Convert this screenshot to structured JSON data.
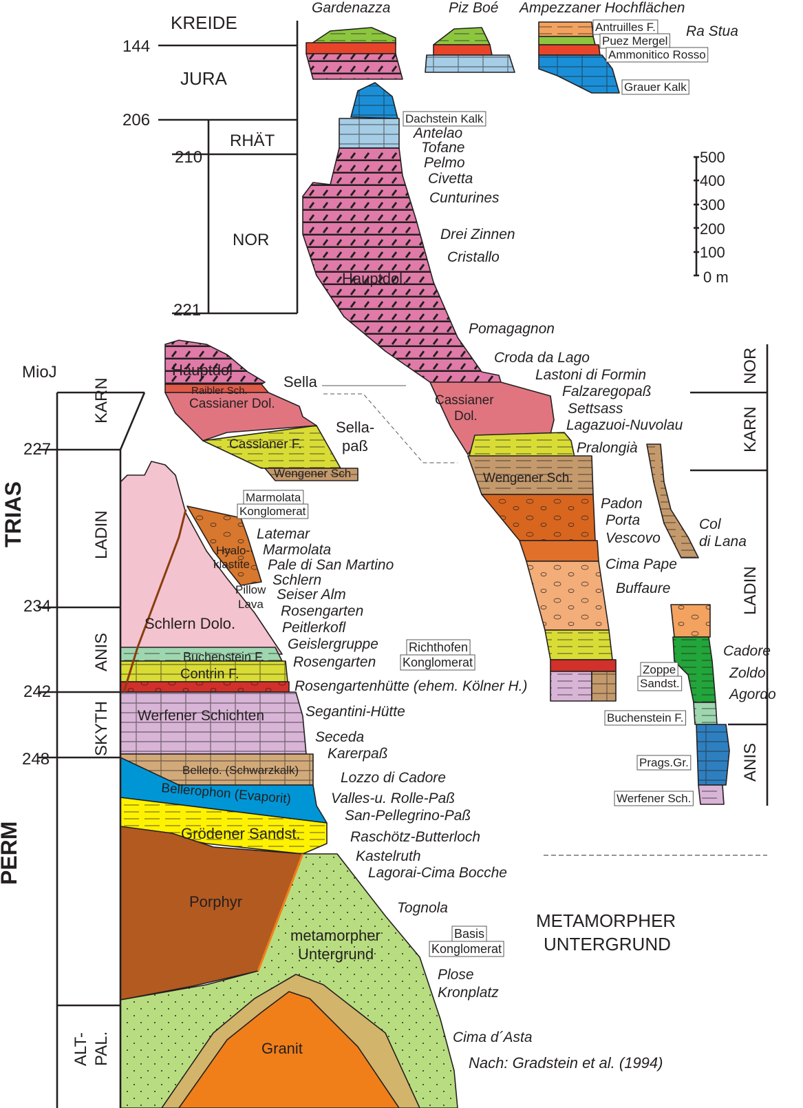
{
  "title": "Stratigraphie der Dolomiten",
  "colors": {
    "hauptdolomit": "#e07aa8",
    "dachstein_kalk": "#a6cde6",
    "grauer_kalk": "#1a8fd8",
    "cassianer_dol": "#e07580",
    "cassianer_f": "#d9dc35",
    "wengener": "#c49a6c",
    "schlern": "#f3c3cf",
    "werfener": "#d8b4d6",
    "bellerophon": "#0096d6",
    "groedener": "#fff200",
    "porphyr": "#b35a20",
    "metamorph": "#b8dd80",
    "granit": "#f07f1a",
    "ammonitico": "#e8442a",
    "puez": "#8cc63f",
    "buchenstein": "#9ed6b0",
    "cadore_green": "#22a53a",
    "prags": "#2e7fc0"
  },
  "time_scale": {
    "kreide": "KREIDE",
    "jura": "JURA",
    "rhaet": "RHÄT",
    "nor": "NOR",
    "karn": "KARN",
    "ladin": "LADIN",
    "anis": "ANIS",
    "skyth": "SKYTH",
    "trias": "TRIAS",
    "perm": "PERM",
    "altpal_1": "ALT-",
    "altpal_2": "PAL.",
    "mioj": "MioJ",
    "ages": {
      "a144": "144",
      "a206": "206",
      "a210": "210",
      "a221": "221",
      "a227": "227",
      "a234": "234",
      "a242": "242",
      "a248": "248"
    }
  },
  "right_scale": {
    "nor": "NOR",
    "karn": "KARN",
    "ladin": "LADIN",
    "anis": "ANIS"
  },
  "thickness_scale": {
    "t500": "500",
    "t400": "400",
    "t300": "300",
    "t200": "200",
    "t100": "100",
    "t0": "0 m"
  },
  "units": {
    "hauptdol_main": "Hauptdol.",
    "hauptdol_sella": "Hauptdol",
    "raibler": "Raibler Sch.",
    "cassianer_dol_sella": "Cassianer Dol.",
    "cassianer_f": "Cassianer F.",
    "wengener_sella": "Wengener Sch",
    "cassianer_1": "Cassianer",
    "cassianer_2": "Dol.",
    "wengener_main": "Wengener Sch.",
    "hyalo_1": "Hyalo-",
    "hyalo_2": "klastite",
    "pillow_1": "Pillow",
    "pillow_2": "Lava",
    "schlern": "Schlern Dolo.",
    "buchenstein": "Buchenstein F.",
    "contrin": "Contrin F.",
    "werfener": "Werfener Schichten",
    "bellero": "Bellero. (Schwarzkalk)",
    "bellerophon": "Bellerophon (Evaporit)",
    "groedener": "Grödener Sandst.",
    "porphyr": "Porphyr",
    "meta_1": "metamorpher",
    "meta_2": "Untergrund",
    "granit": "Granit",
    "meta_big_1": "METAMORPHER",
    "meta_big_2": "UNTERGRUND",
    "sella": "Sella",
    "sellapass_1": "Sella-",
    "sellapass_2": "paß"
  },
  "boxed": {
    "antruilles": "Antruilles F.",
    "puez": "Puez Mergel",
    "ammonitico": "Ammonitico Rosso",
    "grauer": "Grauer Kalk",
    "dachstein": "Dachstein Kalk",
    "marmolata_1": "Marmolata",
    "marmolata_2": "Konglomerat",
    "richthofen_1": "Richthofen",
    "richthofen_2": "Konglomerat",
    "zoppe_1": "Zoppe",
    "zoppe_2": "Sandst.",
    "buchenstein_r": "Buchenstein F.",
    "prags": "Prags.Gr.",
    "werfener_r": "Werfener Sch.",
    "basis_1": "Basis",
    "basis_2": "Konglomerat"
  },
  "localities": {
    "gardenazza": "Gardenazza",
    "pizboe": "Piz Boé",
    "ampezzaner": "Ampezzaner Hochflächen",
    "rastua": "Ra Stua",
    "antelao": "Antelao",
    "tofane": "Tofane",
    "pelmo": "Pelmo",
    "civetta": "Civetta",
    "cunturines": "Cunturines",
    "dreizinnen": "Drei Zinnen",
    "cristallo": "Cristallo",
    "pomagagnon": "Pomagagnon",
    "croda": "Croda da Lago",
    "lastoni": "Lastoni di Formin",
    "falzarego": "Falzaregopaß",
    "settsass": "Settsass",
    "lagazuoi": "Lagazuoi-Nuvolau",
    "pralongia": "Pralongià",
    "padon": "Padon",
    "porta": "Porta",
    "vescovo": "Vescovo",
    "col": "Col",
    "dilana": "di Lana",
    "cimapape": "Cima Pape",
    "buffaure": "Buffaure",
    "cadore": "Cadore",
    "zoldo": "Zoldo",
    "agordo": "Agordo",
    "latemar": "Latemar",
    "marmolata": "Marmolata",
    "pale": "Pale di San Martino",
    "schlern": "Schlern",
    "seiser": "Seiser Alm",
    "rosengarten1": "Rosengarten",
    "peitlerkofl": "Peitlerkofl",
    "geisler": "Geislergruppe",
    "rosengarten2": "Rosengarten",
    "rosengartenhuette": "Rosengartenhütte (ehem. Kölner H.)",
    "segantini": "Segantini-Hütte",
    "seceda": "Seceda",
    "karerpass": "Karerpaß",
    "lozzo": "Lozzo di Cadore",
    "valles": "Valles-u. Rolle-Paß",
    "sanpellegrino": "San-Pellegrino-Paß",
    "raschoetz": "Raschötz-Butterloch",
    "kastelruth": "Kastelruth",
    "lagorai": "Lagorai-Cima Bocche",
    "tognola": "Tognola",
    "plose": "Plose",
    "kronplatz": "Kronplatz",
    "cimadasta": "Cima d´Asta"
  },
  "source": "Nach: Gradstein et al. (1994)"
}
